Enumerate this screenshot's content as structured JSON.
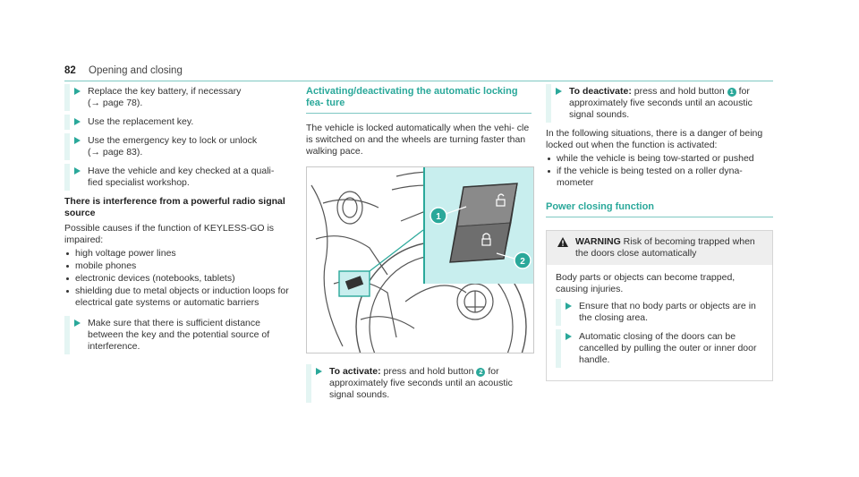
{
  "header": {
    "page_number": "82",
    "section": "Opening and closing"
  },
  "col1": {
    "steps": [
      {
        "text": "Replace the key battery, if necessary",
        "ref": "(→ page 78)."
      },
      {
        "text": "Use the replacement key."
      },
      {
        "text": "Use the emergency key to lock or unlock",
        "ref": "(→ page 83)."
      },
      {
        "text": "Have the vehicle and key checked at a quali-",
        "text2": "fied specialist workshop."
      }
    ],
    "subheading": "There is interference from a powerful radio signal source",
    "intro": "Possible causes if the function of KEYLESS-GO is impaired:",
    "bullets": [
      "high voltage power lines",
      "mobile phones",
      "electronic devices (notebooks, tablets)",
      "shielding due to metal objects or induction loops for electrical gate systems or automatic barriers"
    ],
    "final_step": "Make sure that there is sufficient distance between the key and the potential source of interference."
  },
  "col2": {
    "heading": "Activating/deactivating the automatic locking fea- ture",
    "para": "The vehicle is locked automatically when the vehi- cle is switched on and the wheels are turning faster than walking pace.",
    "callout1": "1",
    "callout2": "2",
    "step_label": "To activate:",
    "step_text_a": "press and hold button",
    "step_num": "2",
    "step_text_b": "for approximately five seconds until an acoustic signal sounds."
  },
  "col3": {
    "step_label": "To deactivate:",
    "step_text_a": "press and hold button",
    "step_num": "1",
    "step_text_b": "for approximately five seconds until an acoustic signal sounds.",
    "situations_intro": "In the following situations, there is a danger of being locked out when the function is activated:",
    "situations": [
      "while the vehicle is being tow-started or pushed",
      "if the vehicle is being tested on a roller dyna- mometer"
    ],
    "heading": "Power closing function",
    "warning": {
      "label": "WARNING",
      "title": "Risk of becoming trapped when the doors close automatically",
      "body": "Body parts or objects can become trapped, causing injuries.",
      "steps": [
        "Ensure that no body parts or objects are in the closing area.",
        "Automatic closing of the doors can be cancelled by pulling the outer or inner door handle."
      ]
    }
  },
  "colors": {
    "accent": "#2aa89a",
    "panel": "#e4f5f3",
    "warning_bg": "#eeeeee"
  }
}
